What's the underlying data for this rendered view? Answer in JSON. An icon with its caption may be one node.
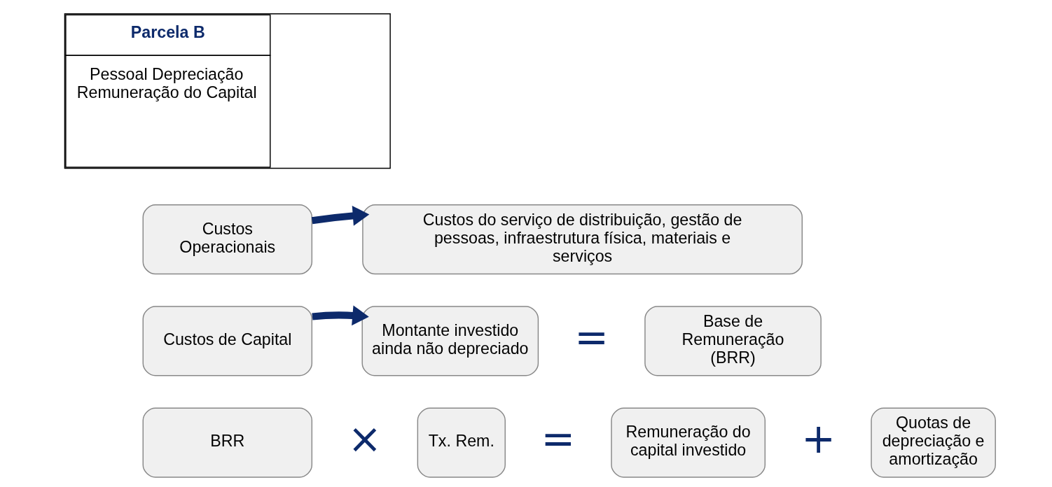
{
  "diagram": {
    "nodes": [
      {
        "text": [
          "Parcela B",
          "Pessoal Depreciação Remuneração do Capital"
        ]
      },
      {
        "text": [
          "Custos Operacionais"
        ]
      },
      {
        "text": [
          "Custos do serviço de distribuição, gestão de pessoas, infraestrutura física, materiais e serviços"
        ]
      },
      {
        "text": [
          "Custos de Capital"
        ]
      },
      {
        "text": [
          "Montante investido ainda não depreciado"
        ]
      },
      {
        "text": [
          "Base de Remuneração (BRR)"
        ]
      },
      {
        "text": [
          "BRR"
        ]
      },
      {
        "text": [
          "Tx. Rem."
        ]
      },
      {
        "text": [
          "Remuneração do capital investido"
        ]
      },
      {
        "text": [
          "Quotas de depreciação e amortização"
        ]
      }
    ],
    "edges": [
      {
        "from": 1,
        "to": 2,
        "arrow": "to"
      },
      {
        "from": 3,
        "to": 4,
        "arrow": "to"
      }
    ],
    "labels": [
      "=",
      "×",
      "=",
      "+"
    ]
  }
}
